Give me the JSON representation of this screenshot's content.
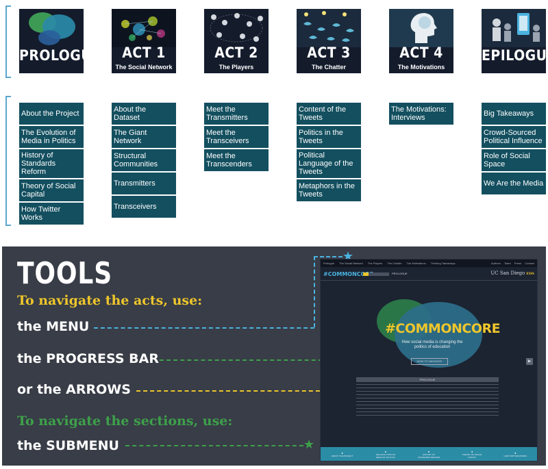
{
  "acts": [
    {
      "title": "PROLOGUE",
      "subtitle": ""
    },
    {
      "title": "ACT 1",
      "subtitle": "The Social Network"
    },
    {
      "title": "ACT 2",
      "subtitle": "The Players"
    },
    {
      "title": "ACT 3",
      "subtitle": "The Chatter"
    },
    {
      "title": "ACT 4",
      "subtitle": "The Motivations"
    },
    {
      "title": "EPILOGUE",
      "subtitle": ""
    }
  ],
  "submenus": {
    "prologue": [
      "About the Project",
      "The Evolution of Media in Politics",
      "History of Standards Reform",
      "Theory of Social Capital",
      "How Twitter Works"
    ],
    "act1": [
      "About the Dataset",
      "The Giant Network",
      "Structural Communities",
      "Transmitters",
      "Transceivers"
    ],
    "act2": [
      "Meet the Transmitters",
      "Meet the Transceivers",
      "Meet the Transcenders"
    ],
    "act3": [
      "Content of the Tweets",
      "Politics in the Tweets",
      "Political Language of the Tweets",
      "Metaphors in the Tweets"
    ],
    "act4": [
      "The Motivations: Interviews"
    ],
    "epilogue": [
      "Big Takeaways",
      "Crowd-Sourced Political Influence",
      "Role of Social Space",
      "We Are the Media"
    ]
  },
  "tools": {
    "heading": "TOOLS",
    "acts_heading": "To navigate the acts, use:",
    "menu": "the MENU",
    "progress_bar": "the PROGRESS BAR",
    "arrows": "or the ARROWS",
    "sections_heading": "To navigate the sections, use:",
    "submenu": "the SUBMENU"
  },
  "screenshot": {
    "nav_items": [
      "Prologue",
      "The Social Network",
      "The Players",
      "The Chatter",
      "The Motivations",
      "Thinking Takeaways"
    ],
    "nav_right": [
      "Authors",
      "Team",
      "Press",
      "Contact"
    ],
    "brand": "#COMMONCORE",
    "progress_label": "PROLOGUE",
    "progress": 0.2,
    "university": "UC San Diego",
    "university_badge": "EDS",
    "hero_title": "#COMMONCORE",
    "hero_tagline": "How social media is changing the politics of education",
    "how_button": "HOW TO NAVIGATE",
    "section_label": "PROLOGUE",
    "footer_items": [
      "ABOUT THE PROJECT",
      "THE EVOLUTION OF MEDIA IN POLITICS",
      "HISTORY OF STANDARDS REFORM",
      "THEORY OF SOCIAL CAPITAL",
      "HOW TWITTER WORKS"
    ]
  },
  "colors": {
    "tile_bg": "#141c2c",
    "submenu_bg": "#134f5f",
    "panel_bg": "#383d47",
    "accent_yellow": "#efc62b",
    "accent_green": "#3ea14a",
    "accent_blue": "#4bb3e0"
  }
}
